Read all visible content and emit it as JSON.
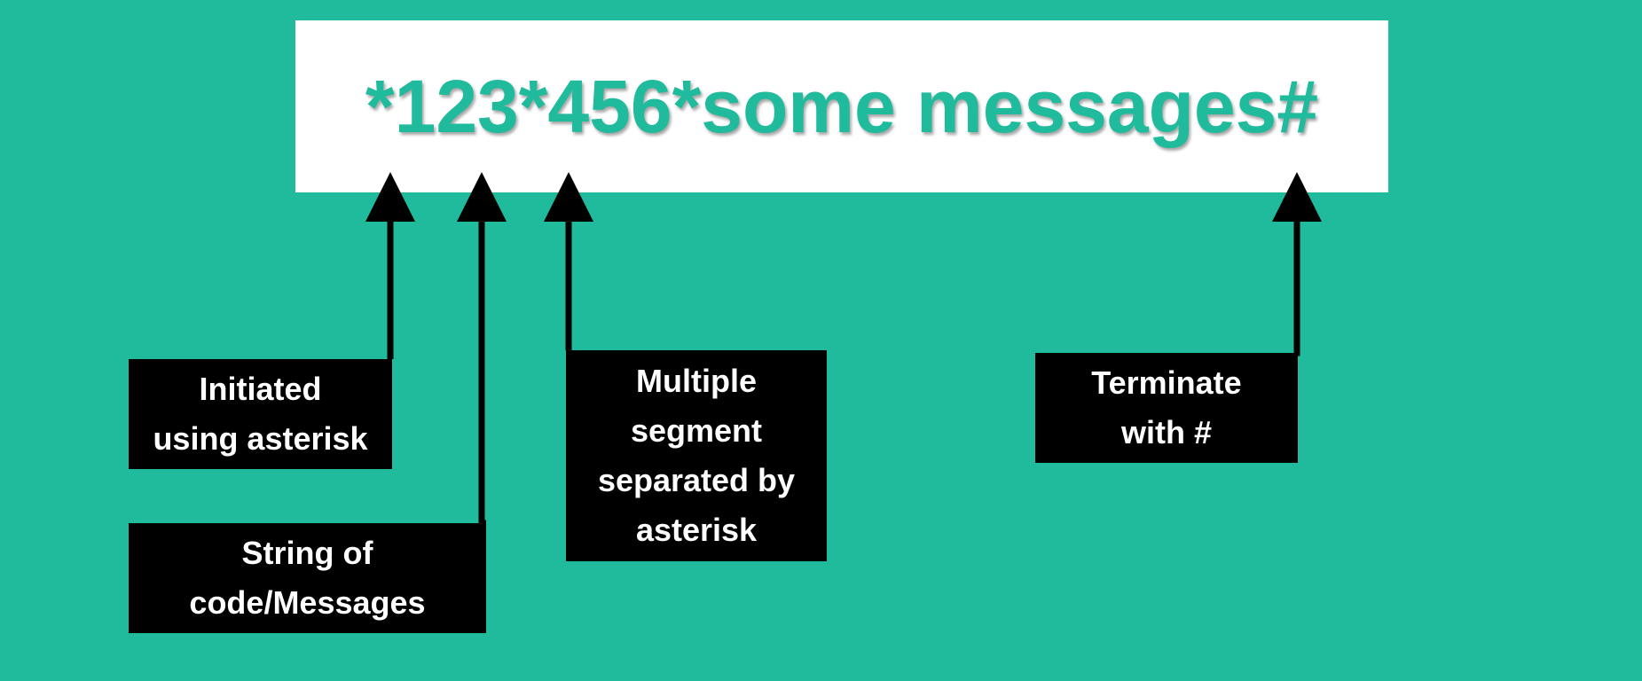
{
  "code": {
    "text": "*123*456*some messages#"
  },
  "callouts": {
    "initiated": "Initiated\nusing asterisk",
    "string": "String of\ncode/Messages",
    "multiple": "Multiple\nsegment\nseparated by\nasterisk",
    "terminate": "Terminate\nwith #"
  },
  "colors": {
    "background": "#1fbb9c",
    "code_text": "#1fbb9c",
    "callout_bg": "#000000",
    "callout_text": "#ffffff"
  }
}
